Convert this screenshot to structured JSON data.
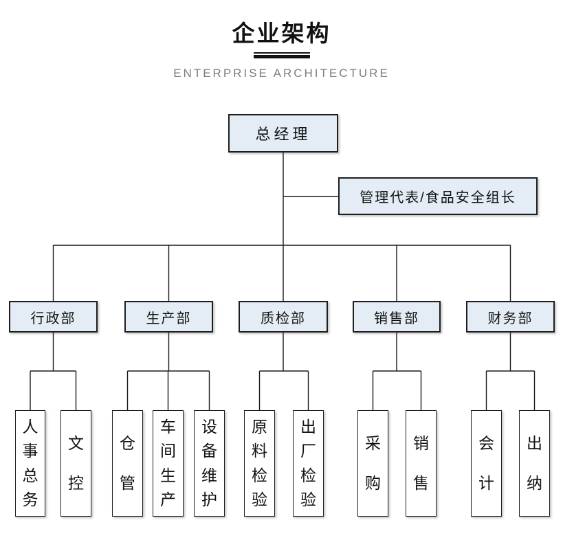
{
  "header": {
    "title": "企业架构",
    "subtitle": "ENTERPRISE ARCHITECTURE"
  },
  "chart": {
    "type": "org-chart",
    "root": {
      "label": "总经理"
    },
    "staff": {
      "label": "管理代表/食品安全组长"
    },
    "departments": [
      {
        "label": "行政部",
        "children": [
          {
            "label": "人事总务"
          },
          {
            "label": "文控"
          }
        ]
      },
      {
        "label": "生产部",
        "children": [
          {
            "label": "仓管"
          },
          {
            "label": "车间生产"
          },
          {
            "label": "设备维护"
          }
        ]
      },
      {
        "label": "质检部",
        "children": [
          {
            "label": "原料检验"
          },
          {
            "label": "出厂检验"
          }
        ]
      },
      {
        "label": "销售部",
        "children": [
          {
            "label": "采购"
          },
          {
            "label": "销售"
          }
        ]
      },
      {
        "label": "财务部",
        "children": [
          {
            "label": "会计"
          },
          {
            "label": "出纳"
          }
        ]
      }
    ],
    "colors": {
      "box_fill": "#e4edf5",
      "leaf_fill": "#ffffff",
      "box_border": "#1e1e1e",
      "line": "#1a1a1a",
      "title_text": "#111111",
      "subtitle_text": "#7d7d7d"
    }
  }
}
